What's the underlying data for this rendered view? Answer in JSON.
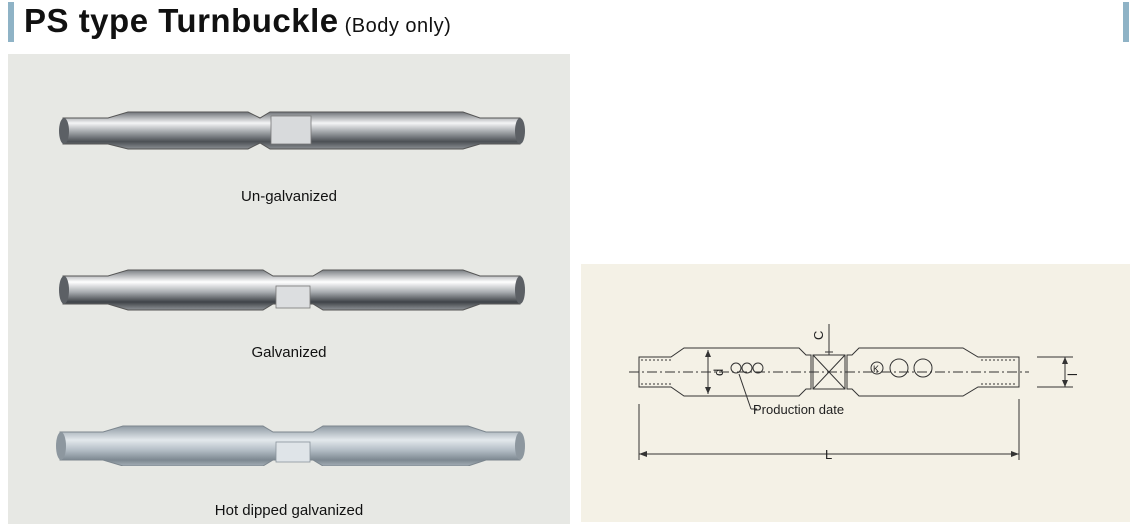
{
  "header": {
    "title": "PS type Turnbuckle",
    "subtitle": "(Body only)"
  },
  "products": [
    {
      "caption": "Un-galvanized"
    },
    {
      "caption": "Galvanized"
    },
    {
      "caption": "Hot dipped galvanized"
    }
  ],
  "drawing": {
    "production_label": "Production date",
    "label_L": "L",
    "label_d": "d",
    "label_C": "C",
    "label_l": "l",
    "mark_K": "K"
  },
  "colors": {
    "accent": "#8fb3c6",
    "photo_background": "#e7e8e4",
    "drawing_background": "#f4f1e6"
  }
}
